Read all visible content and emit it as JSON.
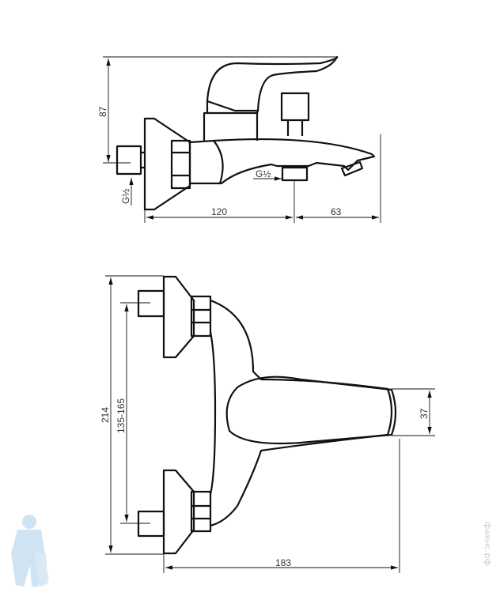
{
  "dimensions": {
    "height_top": "87",
    "thread_left": "G½",
    "thread_bottom": "G½",
    "length_wall_outlet": "120",
    "length_spout": "63",
    "height_total": "214",
    "center_distance": "135-165",
    "lever_width": "37",
    "depth": "183"
  },
  "watermark": {
    "text": "фаянс.рф"
  }
}
